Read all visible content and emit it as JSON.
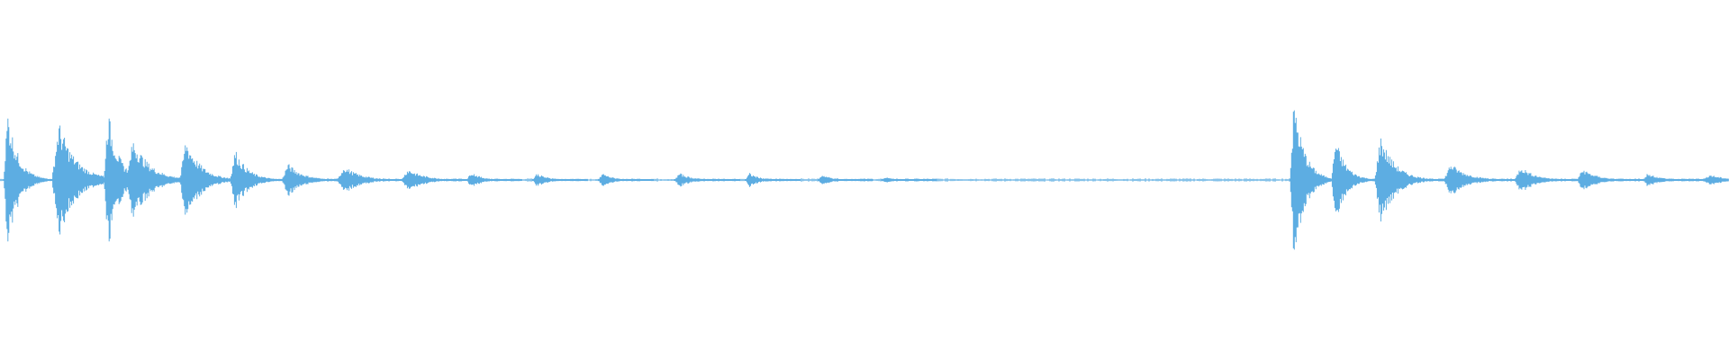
{
  "waveform": {
    "color": "#5dade2",
    "background": "#ffffff",
    "duration_fraction_units": "normalized-timeline",
    "bursts": [
      {
        "t": 0.002,
        "dur": 0.01,
        "amp": 0.5
      },
      {
        "t": 0.03,
        "dur": 0.016,
        "amp": 0.42
      },
      {
        "t": 0.06,
        "dur": 0.01,
        "amp": 0.5
      },
      {
        "t": 0.073,
        "dur": 0.016,
        "amp": 0.3
      },
      {
        "t": 0.104,
        "dur": 0.014,
        "amp": 0.3
      },
      {
        "t": 0.133,
        "dur": 0.012,
        "amp": 0.22
      },
      {
        "t": 0.163,
        "dur": 0.014,
        "amp": 0.12
      },
      {
        "t": 0.195,
        "dur": 0.016,
        "amp": 0.1
      },
      {
        "t": 0.232,
        "dur": 0.016,
        "amp": 0.08
      },
      {
        "t": 0.27,
        "dur": 0.01,
        "amp": 0.06
      },
      {
        "t": 0.308,
        "dur": 0.01,
        "amp": 0.05
      },
      {
        "t": 0.346,
        "dur": 0.01,
        "amp": 0.05
      },
      {
        "t": 0.39,
        "dur": 0.012,
        "amp": 0.05
      },
      {
        "t": 0.431,
        "dur": 0.01,
        "amp": 0.05
      },
      {
        "t": 0.473,
        "dur": 0.01,
        "amp": 0.04
      },
      {
        "t": 0.51,
        "dur": 0.01,
        "amp": 0.02
      },
      {
        "t": 0.746,
        "dur": 0.01,
        "amp": 0.58
      },
      {
        "t": 0.77,
        "dur": 0.01,
        "amp": 0.3
      },
      {
        "t": 0.795,
        "dur": 0.014,
        "amp": 0.32
      },
      {
        "t": 0.835,
        "dur": 0.016,
        "amp": 0.12
      },
      {
        "t": 0.876,
        "dur": 0.014,
        "amp": 0.1
      },
      {
        "t": 0.912,
        "dur": 0.014,
        "amp": 0.08
      },
      {
        "t": 0.95,
        "dur": 0.012,
        "amp": 0.05
      },
      {
        "t": 0.985,
        "dur": 0.015,
        "amp": 0.04
      }
    ]
  }
}
